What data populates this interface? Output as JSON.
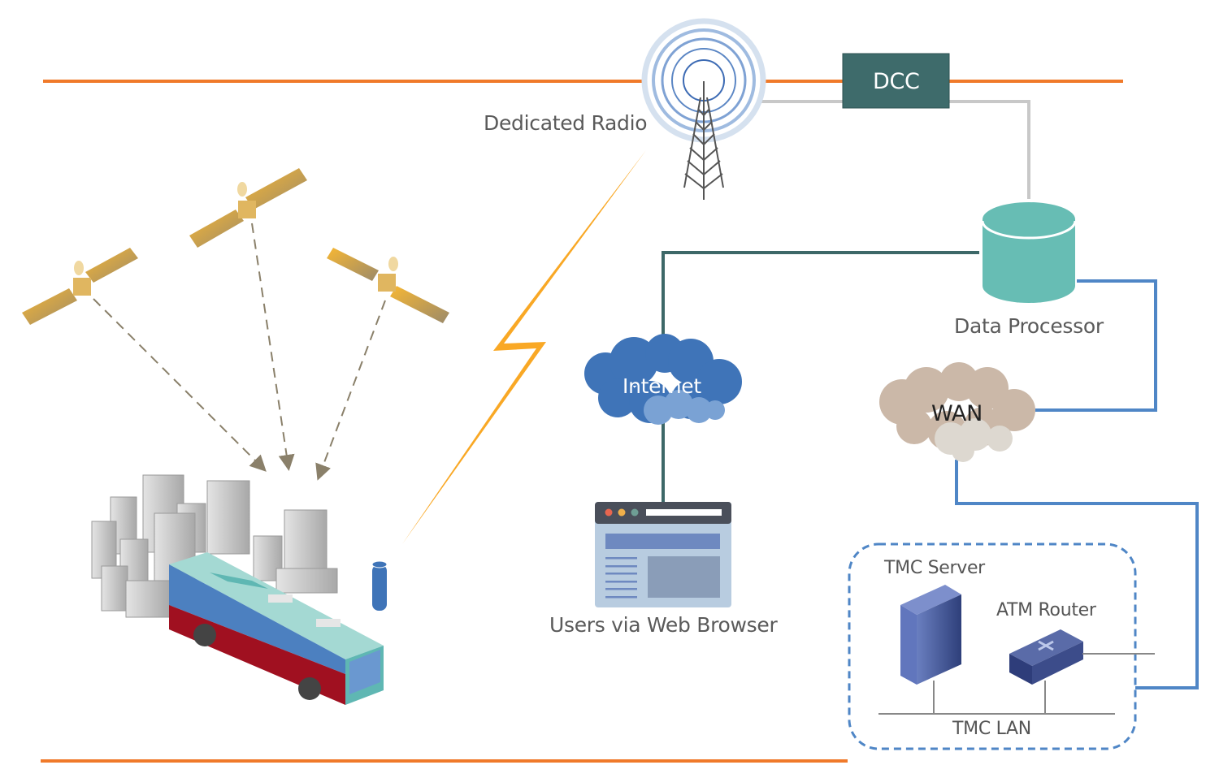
{
  "diagram": {
    "title": "Transportation Management Network",
    "nodes": {
      "dedicated_radio": {
        "label": "Dedicated Radio",
        "icon": "radio-tower-icon"
      },
      "dcc": {
        "label": "DCC",
        "icon": "box"
      },
      "data_processor": {
        "label": "Data Processor",
        "icon": "database-cylinder-icon"
      },
      "internet": {
        "label": "Internet",
        "icon": "cloud-icon"
      },
      "wan": {
        "label": "WAN",
        "icon": "cloud-icon"
      },
      "web_browser": {
        "label": "Users via Web Browser",
        "icon": "browser-window-icon"
      },
      "tmc_server": {
        "label": "TMC Server",
        "icon": "server-tower-icon"
      },
      "atm_router": {
        "label": "ATM Router",
        "icon": "router-icon"
      },
      "tmc_lan": {
        "label": "TMC LAN"
      },
      "satellites": {
        "count": 3,
        "icon": "satellite-icon"
      },
      "bus": {
        "icon": "bus-icon"
      },
      "city": {
        "icon": "city-buildings-icon"
      },
      "roadside_unit": {
        "icon": "roadside-beacon-icon"
      }
    },
    "connections": [
      {
        "from": "satellites",
        "to": "bus",
        "style": "dashed-arrow"
      },
      {
        "from": "bus",
        "to": "dedicated_radio",
        "style": "lightning"
      },
      {
        "from": "dedicated_radio",
        "to": "dcc",
        "style": "gray"
      },
      {
        "from": "dcc",
        "to": "data_processor",
        "style": "gray"
      },
      {
        "from": "data_processor",
        "to": "internet",
        "style": "teal"
      },
      {
        "from": "internet",
        "to": "web_browser",
        "style": "teal"
      },
      {
        "from": "data_processor",
        "to": "wan",
        "style": "blue"
      },
      {
        "from": "wan",
        "to": "atm_router",
        "style": "blue"
      },
      {
        "from": "tmc_server",
        "to": "tmc_lan",
        "style": "thin-gray"
      },
      {
        "from": "atm_router",
        "to": "tmc_lan",
        "style": "thin-gray"
      }
    ],
    "colors": {
      "orange_line": "#f07a2a",
      "dcc_fill": "#3e6b6b",
      "teal_line": "#3d6868",
      "blue_line": "#4f86c6",
      "gray_line": "#c8c8c8",
      "cylinder": "#67bdb4",
      "lightning": "#f9a825",
      "internet_cloud": "#3f74b8",
      "wan_cloud": "#cbb8a8"
    }
  }
}
